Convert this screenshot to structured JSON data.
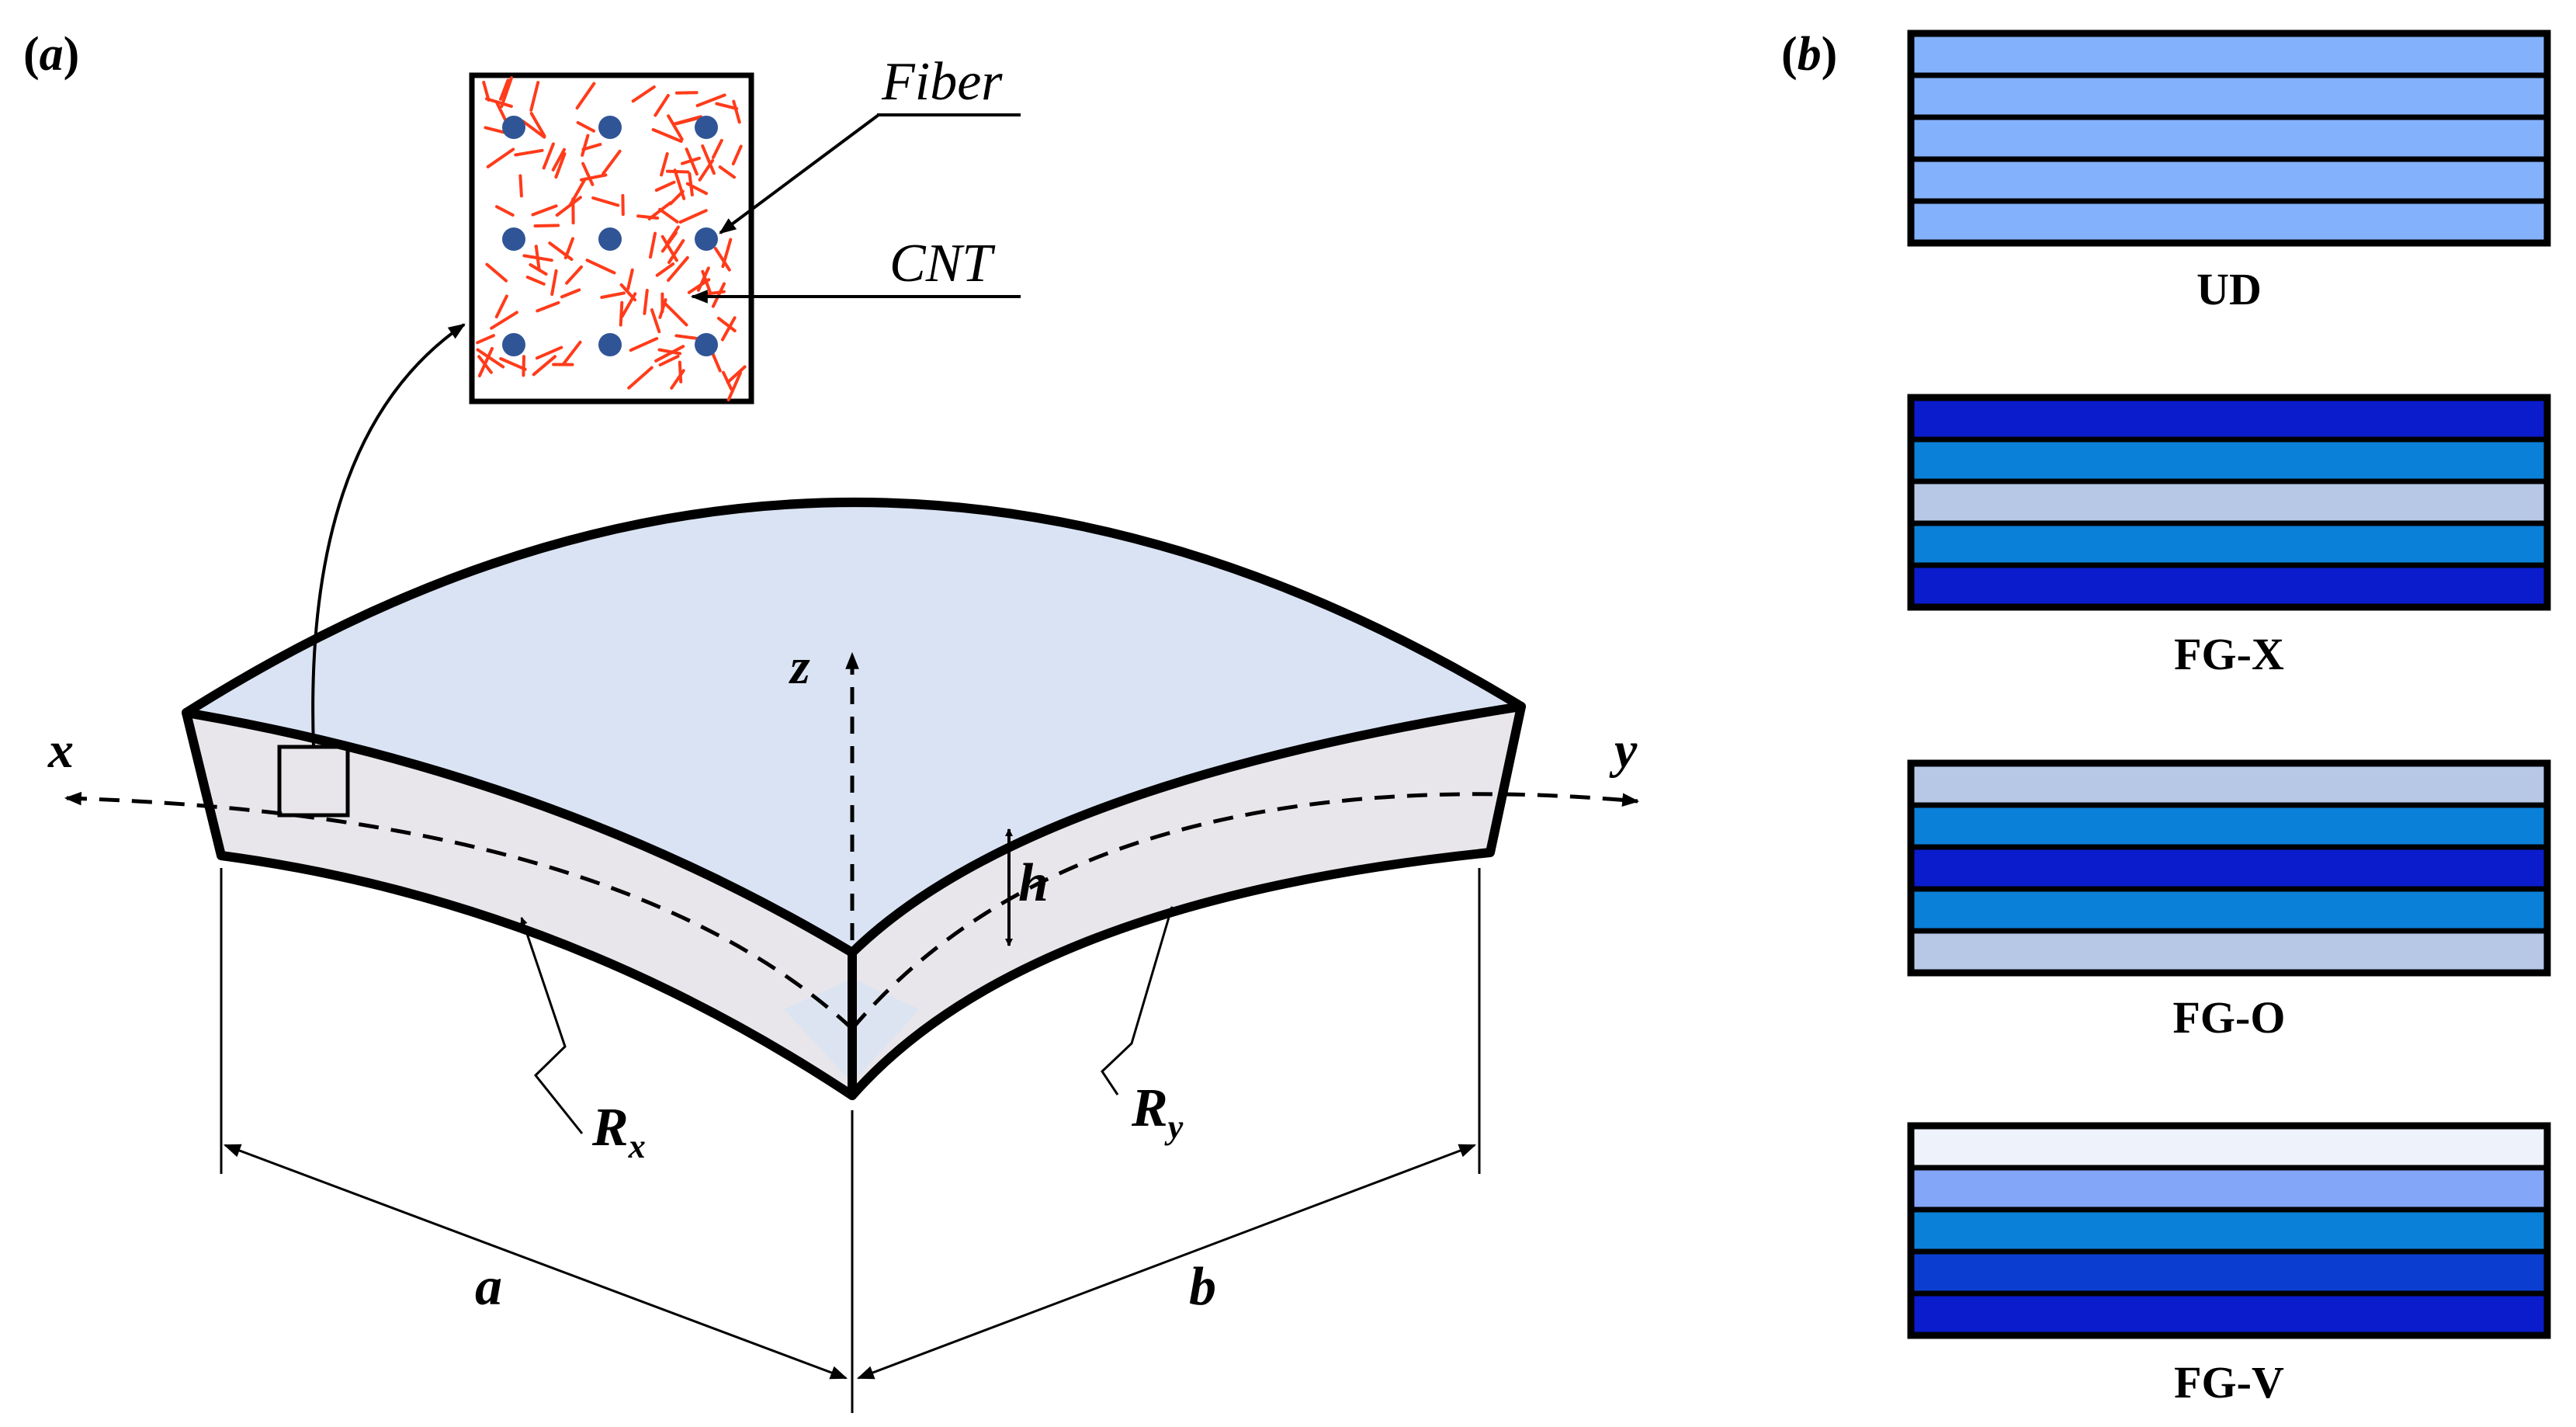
{
  "panel_a": {
    "label_open": "(",
    "label_letter": "a",
    "label_close": ")",
    "inset_callouts": {
      "fiber": "Fiber",
      "cnt": "CNT"
    },
    "axes": {
      "x": "x",
      "y": "y",
      "z": "z"
    },
    "dimensions": {
      "a": "a",
      "b": "b",
      "h": "h"
    },
    "radii": {
      "rx_main": "R",
      "rx_sub": "x",
      "ry_main": "R",
      "ry_sub": "y"
    },
    "colors": {
      "top_surface": "#dae3f3",
      "side_surface": "#e8e6ea",
      "fiber_dot": "#2f5597",
      "cnt_stroke": "#ff3b1a"
    }
  },
  "panel_b": {
    "label_open": "(",
    "label_letter": "b",
    "label_close": ")",
    "stacks": [
      {
        "caption": "UD",
        "layer_colors": [
          "#84b1fb",
          "#84b1fb",
          "#84b1fb",
          "#84b1fb",
          "#84b1fb"
        ]
      },
      {
        "caption": "FG-X",
        "layer_colors": [
          "#0a1ccc",
          "#0b80d8",
          "#b6c8e6",
          "#0b80d8",
          "#0a1ccc"
        ]
      },
      {
        "caption": "FG-O",
        "layer_colors": [
          "#b6c8e6",
          "#0b80d8",
          "#0a1ccc",
          "#0b80d8",
          "#b6c8e6"
        ]
      },
      {
        "caption": "FG-V",
        "layer_colors": [
          "#eef2fb",
          "#84a6f8",
          "#0b80d8",
          "#0b3ed0",
          "#0a1ccc"
        ]
      }
    ]
  }
}
